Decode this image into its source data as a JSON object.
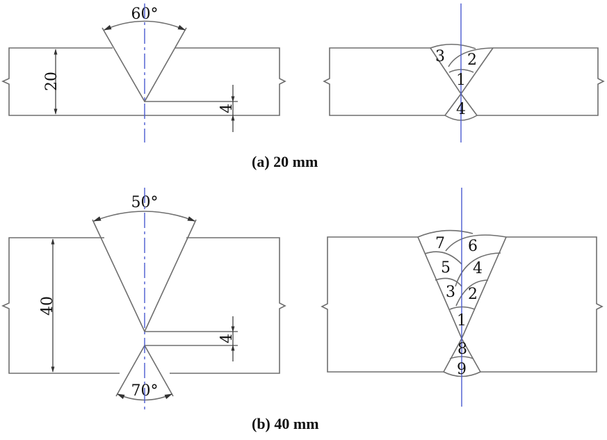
{
  "panel_a": {
    "caption": "(a) 20 mm",
    "groove_angle_label": "60°",
    "thickness_label": "20",
    "root_label": "4",
    "pass_labels": [
      "1",
      "2",
      "3",
      "4"
    ]
  },
  "panel_b": {
    "caption": "(b) 40 mm",
    "groove_angle_label": "50°",
    "back_angle_label": "70°",
    "thickness_label": "40",
    "root_label": "4",
    "pass_labels": [
      "1",
      "2",
      "3",
      "4",
      "5",
      "6",
      "7",
      "8",
      "9"
    ]
  },
  "colors": {
    "outline": "#6e6e6e",
    "centerline": "#4a5ad0"
  }
}
